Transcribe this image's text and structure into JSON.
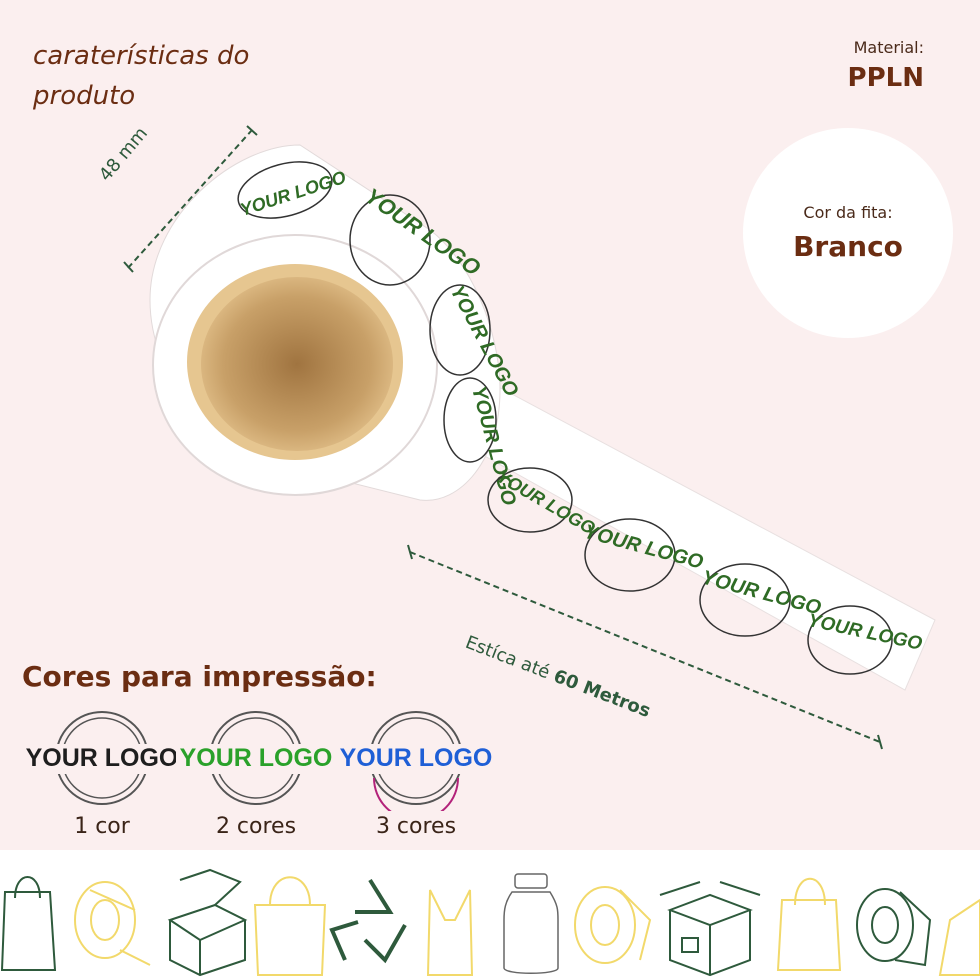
{
  "headline": "caraterísticas do produto",
  "material": {
    "label": "Material:",
    "value": "PPLN"
  },
  "tape_color": {
    "label": "Cor da fita:",
    "value": "Branco"
  },
  "dimensions": {
    "width_label": "48 mm",
    "length_prefix": "Estíca até ",
    "length_value": "60 Metros"
  },
  "logo_text": "YOUR LOGO",
  "print_colors": {
    "title": "Cores para impressão:",
    "options": [
      {
        "caption": "1 cor",
        "text_color": "#1e1e1e",
        "ring_color": "#555555"
      },
      {
        "caption": "2 cores",
        "text_color": "#2aa12a",
        "ring_color": "#555555"
      },
      {
        "caption": "3 cores",
        "text_color": "#1f5fd6",
        "ring_color": "#555555",
        "accent_color": "#b3227a"
      }
    ]
  },
  "colors": {
    "background": "#fbefef",
    "brown": "#6b2d12",
    "dark_green": "#2e5a3c",
    "logo_green": "#2f6b25",
    "icon_yellow": "#f2d96b",
    "icon_green": "#2e5a3c",
    "core_tan": "#c49a5c"
  },
  "icons": [
    "shopping-bag-icon",
    "tape-roll-icon",
    "open-box-icon",
    "tote-bag-icon",
    "recycle-icon",
    "plastic-bag-icon",
    "jar-icon",
    "tape-roll-icon",
    "cardboard-box-icon",
    "shopping-bag-icon",
    "tape-roll-icon",
    "tote-bag-icon"
  ]
}
